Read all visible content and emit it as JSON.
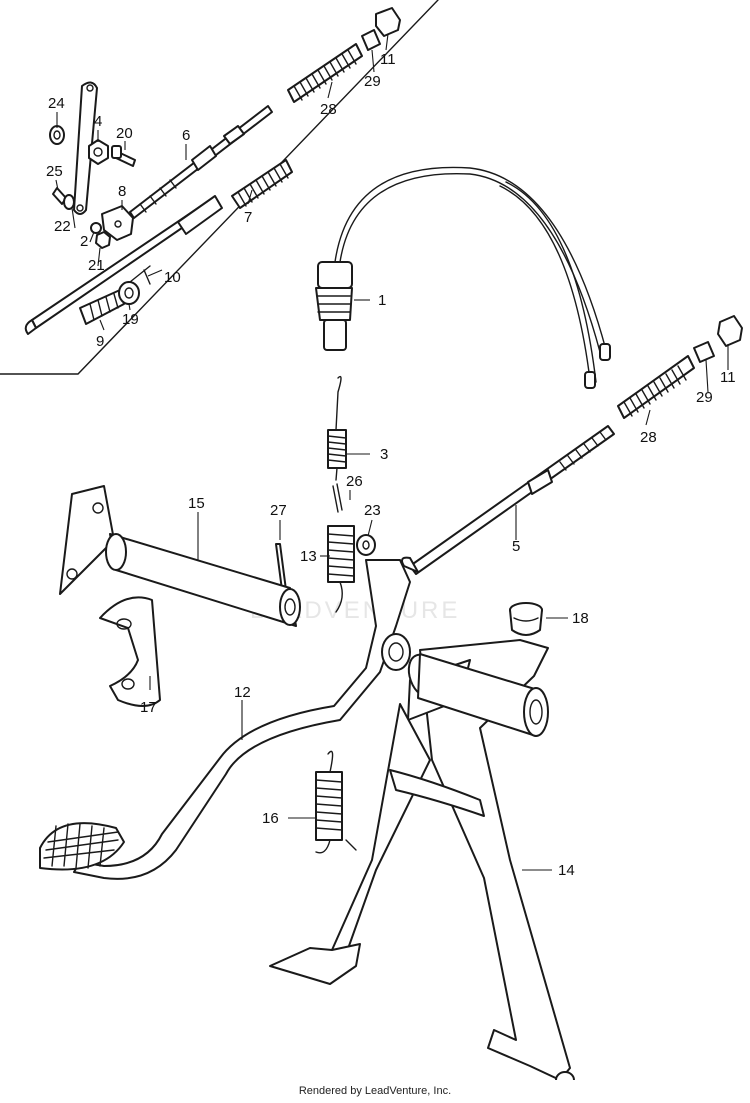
{
  "diagram": {
    "watermark": "LEADVENTURE",
    "callouts": {
      "c1": "1",
      "c2": "2",
      "c3": "3",
      "c4": "4",
      "c5": "5",
      "c6": "6",
      "c7": "7",
      "c8": "8",
      "c9": "9",
      "c10": "10",
      "c11a": "11",
      "c11b": "11",
      "c12": "12",
      "c13": "13",
      "c14": "14",
      "c15": "15",
      "c16": "16",
      "c17": "17",
      "c18": "18",
      "c19": "19",
      "c20": "20",
      "c21": "21",
      "c22": "22",
      "c23": "23",
      "c24": "24",
      "c25": "25",
      "c26": "26",
      "c27": "27",
      "c28a": "28",
      "c28b": "28",
      "c29a": "29",
      "c29b": "29"
    }
  },
  "footer": {
    "credit": "Rendered by LeadVenture, Inc."
  },
  "colors": {
    "ink": "#1a1a1a",
    "paper": "#ffffff",
    "watermark": "#e6e6e6"
  }
}
